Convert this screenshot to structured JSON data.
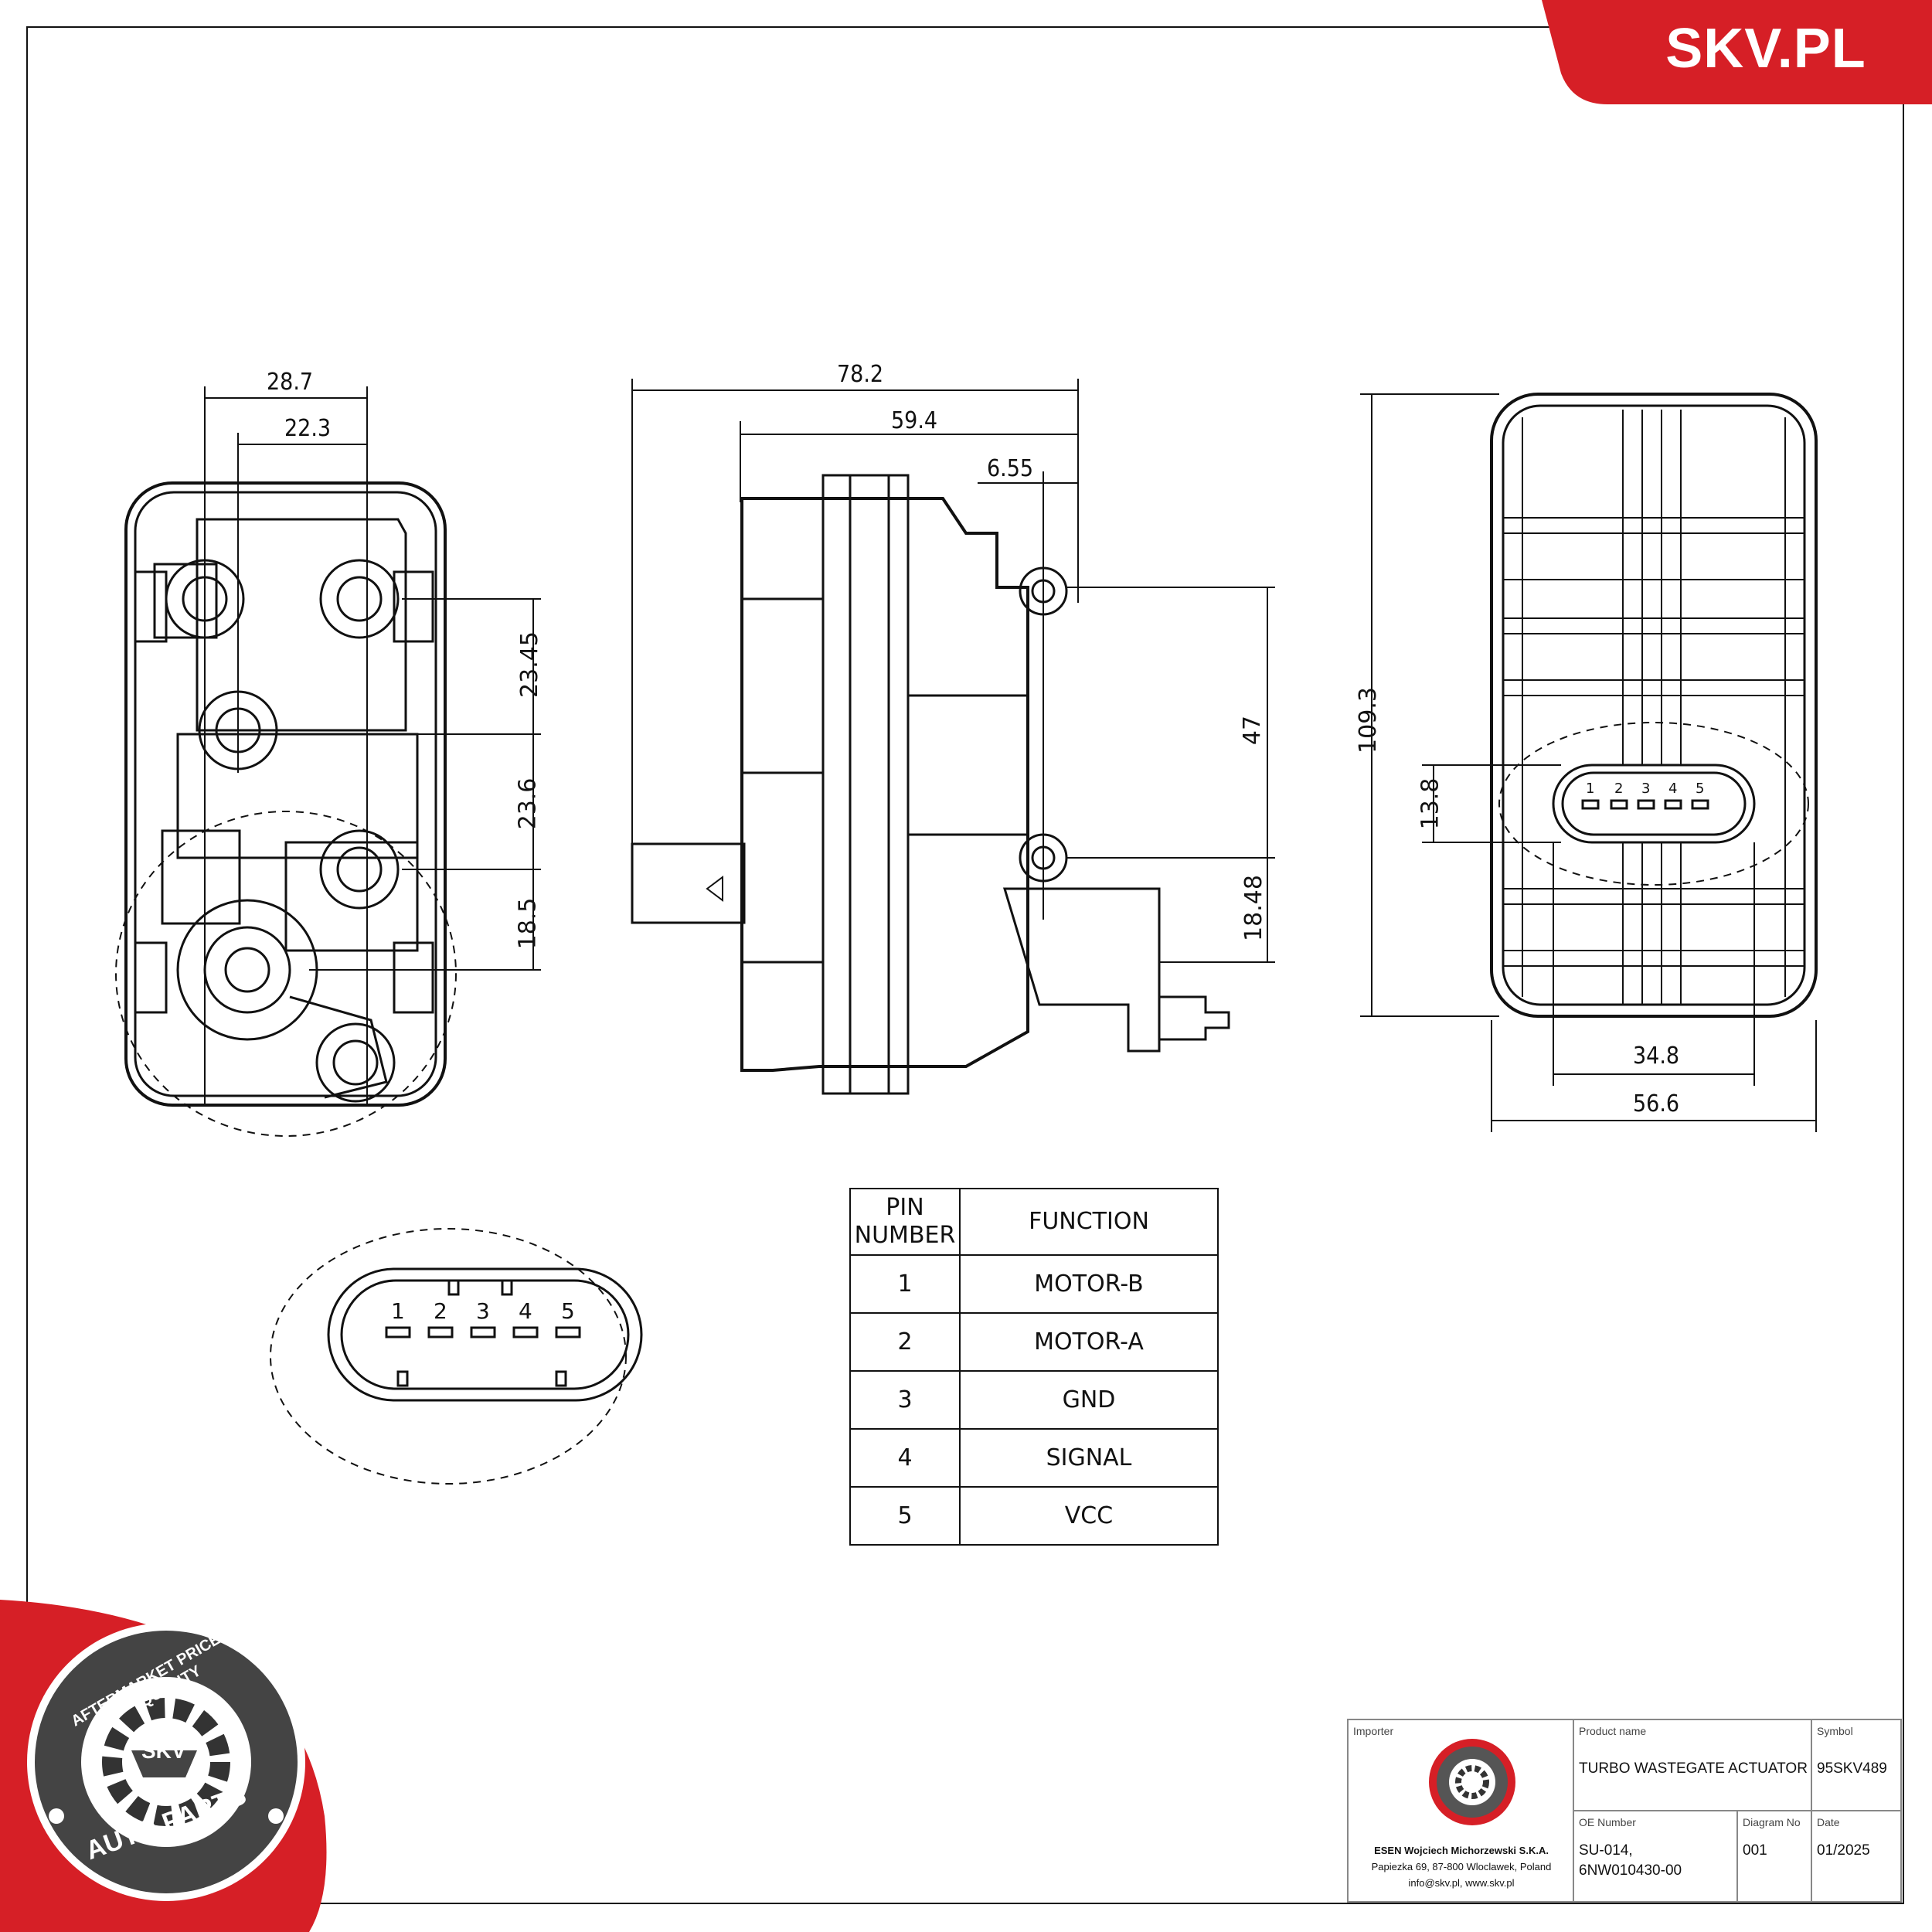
{
  "brand": {
    "banner_text": "SKV.PL",
    "banner_color": "#d61f26"
  },
  "dimensions": {
    "d_28_7": "28.7",
    "d_22_3": "22.3",
    "d_23_45": "23.45",
    "d_23_6": "23.6",
    "d_18_5": "18.5",
    "d_78_2": "78.2",
    "d_59_4": "59.4",
    "d_6_55": "6.55",
    "d_47": "47",
    "d_18_48": "18.48",
    "d_109_3": "109.3",
    "d_13_8": "13.8",
    "d_34_8": "34.8",
    "d_56_6": "56.6"
  },
  "connector": {
    "pins": [
      "1",
      "2",
      "3",
      "4",
      "5"
    ]
  },
  "pin_table": {
    "header_pin": "PIN NUMBER",
    "header_function": "FUNCTION",
    "rows": [
      {
        "pin": "1",
        "function": "MOTOR-B"
      },
      {
        "pin": "2",
        "function": "MOTOR-A"
      },
      {
        "pin": "3",
        "function": "GND"
      },
      {
        "pin": "4",
        "function": "SIGNAL"
      },
      {
        "pin": "5",
        "function": "VCC"
      }
    ]
  },
  "info_block": {
    "importer_label": "Importer",
    "importer_name": "ESEN Wojciech Michorzewski S.K.A.",
    "importer_address": "Papiezka 69, 87-800 Wloclawek, Poland",
    "importer_contact": "info@skv.pl, www.skv.pl",
    "product_name_label": "Product name",
    "product_name": "TURBO WASTEGATE ACTUATOR",
    "symbol_label": "Symbol",
    "symbol": "95SKV489",
    "oe_number_label": "OE Number",
    "oe_number_1": "SU-014,",
    "oe_number_2": "6NW010430-00",
    "diagram_no_label": "Diagram No",
    "diagram_no": "001",
    "date_label": "Date",
    "date": "01/2025"
  },
  "badge": {
    "ring_text": "AFTERMARKET PRICE · OE QUALITY",
    "bottom_text": "AUTO PARTS",
    "center_text": "SKV",
    "color": "#d61f26"
  }
}
